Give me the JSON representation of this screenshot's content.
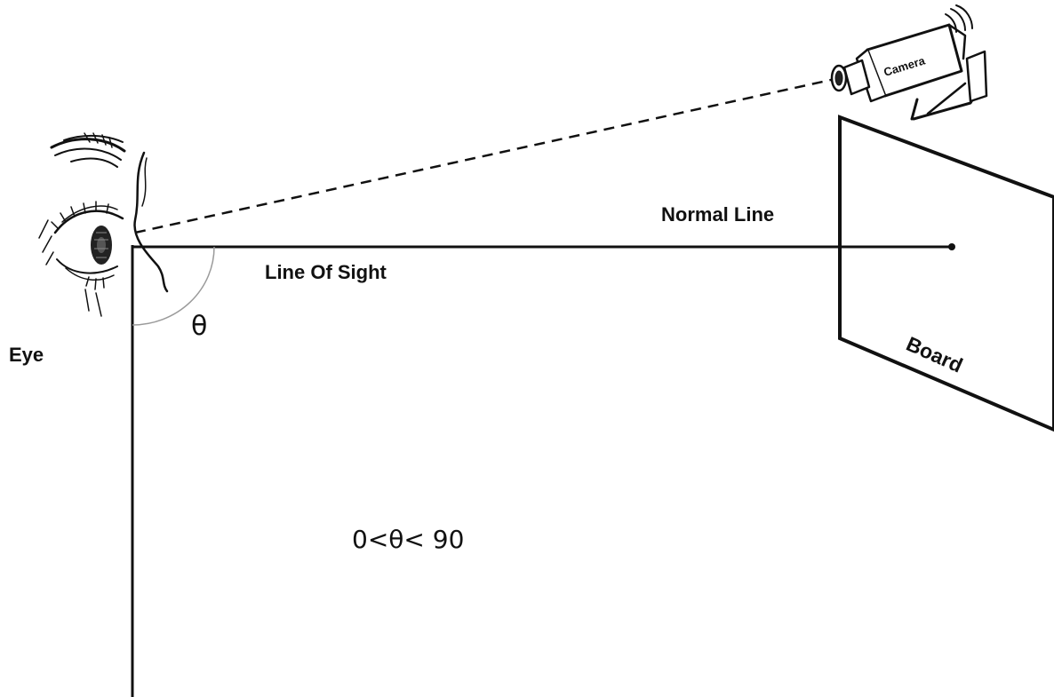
{
  "labels": {
    "eye": "Eye",
    "camera": "Camera",
    "normal_line": "Normal Line",
    "line_of_sight": "Line Of Sight",
    "board": "Board",
    "theta": "θ",
    "condition": "0<θ< 90"
  },
  "icons": {
    "eye": "eye-sketch-icon",
    "camera": "security-camera-icon"
  },
  "colors": {
    "stroke": "#111111",
    "arc": "#9a9a9a",
    "background": "#ffffff"
  }
}
